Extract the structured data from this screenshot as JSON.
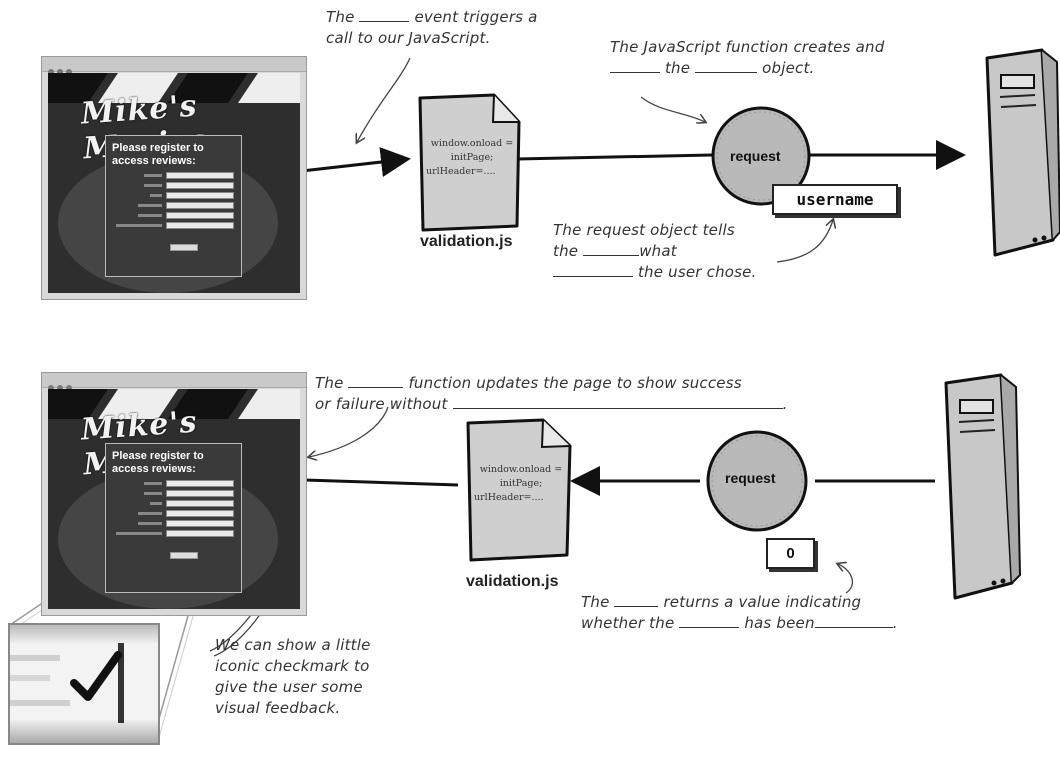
{
  "top": {
    "event_note": {
      "line1_pre": "The",
      "line1_post": "event triggers a",
      "line2": "call to our JavaScript."
    },
    "function_note": {
      "line1": "The JavaScript function creates and",
      "line2_mid": "the",
      "line2_end": "object."
    },
    "request_note": {
      "line1": "The request object tells",
      "line2_pre": "the",
      "line2_post": "what",
      "line3": "the user chose."
    },
    "js_file": {
      "label": "validation.js",
      "code": [
        "window.onload =",
        "initPage;",
        "urlHeader=...."
      ]
    },
    "request_label": "request",
    "value_box": "username"
  },
  "bottom": {
    "callback_note": {
      "line1_pre": "The",
      "line1_post": "function updates the page to show success",
      "line2": "or failure without",
      "line2_end": "."
    },
    "return_note": {
      "line1_pre": "The",
      "line1_post": "returns a value indicating",
      "line2_pre": "whether the",
      "line2_mid": "has been",
      "line2_end": "."
    },
    "checkmark_note": [
      "We can show a little",
      "iconic checkmark to",
      "give the user some",
      "visual feedback."
    ],
    "js_file": {
      "label": "validation.js",
      "code": [
        "window.onload =",
        "initPage;",
        "urlHeader=...."
      ]
    },
    "request_label": "request",
    "value_box": "0"
  },
  "browser": {
    "logo": "Mike's Movies",
    "panel_title": "Please register to access reviews:"
  },
  "colors": {
    "ink": "#222222",
    "pencil": "#333333",
    "screen": "#2e2e2e",
    "bubble": "#b9b9b9",
    "server": "#c8c8c8"
  },
  "icons": [
    "js-file-icon",
    "request-bubble-icon",
    "server-icon",
    "checkmark-icon",
    "browser-window-icon"
  ]
}
